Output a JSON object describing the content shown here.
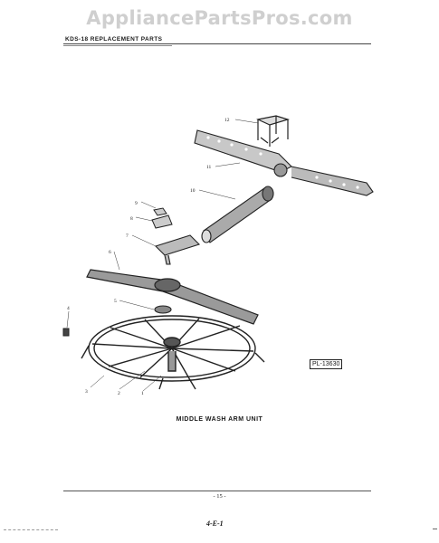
{
  "watermark": "AppliancePartsPros.com",
  "header": "KDS-18 REPLACEMENT PARTS",
  "callouts": {
    "c1": "1",
    "c2": "2",
    "c3": "3",
    "c4": "4",
    "c5": "5",
    "c6": "6",
    "c7": "7",
    "c8": "8",
    "c9": "9",
    "c10": "10",
    "c11": "11",
    "c12": "12"
  },
  "part_ref": "PL-13630",
  "caption": "MIDDLE WASH ARM UNIT",
  "page_number": "- 15 -",
  "handwritten_note": "4-E-1"
}
